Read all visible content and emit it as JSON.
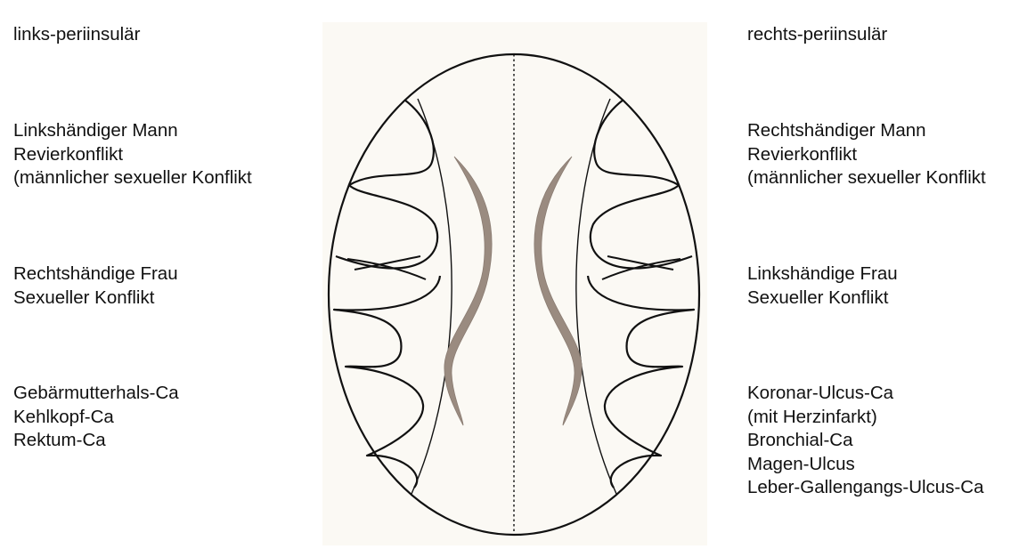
{
  "left": {
    "header": "links-periinsulär",
    "group1": [
      "Linkshändiger Mann",
      "Revierkonflikt",
      "(männlicher sexueller Konflikt"
    ],
    "group2": [
      "Rechtshändige Frau",
      "Sexueller Konflikt"
    ],
    "group3": [
      "Gebärmutterhals-Ca",
      "Kehlkopf-Ca",
      "Rektum-Ca"
    ]
  },
  "right": {
    "header": "rechts-periinsulär",
    "group1": [
      "Rechtshändiger Mann",
      "Revierkonflikt",
      "(männlicher sexueller Konflikt"
    ],
    "group2": [
      "Linkshändige Frau",
      "Sexueller Konflikt"
    ],
    "group3": [
      "Koronar-Ulcus-Ca",
      "(mit Herzinfarkt)",
      "Bronchial-Ca",
      "Magen-Ulcus",
      "Leber-Gallengangs-Ulcus-Ca"
    ]
  },
  "colors": {
    "text": "#111111",
    "outline": "#111111",
    "insula": "#9a8b80",
    "paper": "#fbf9f4"
  }
}
